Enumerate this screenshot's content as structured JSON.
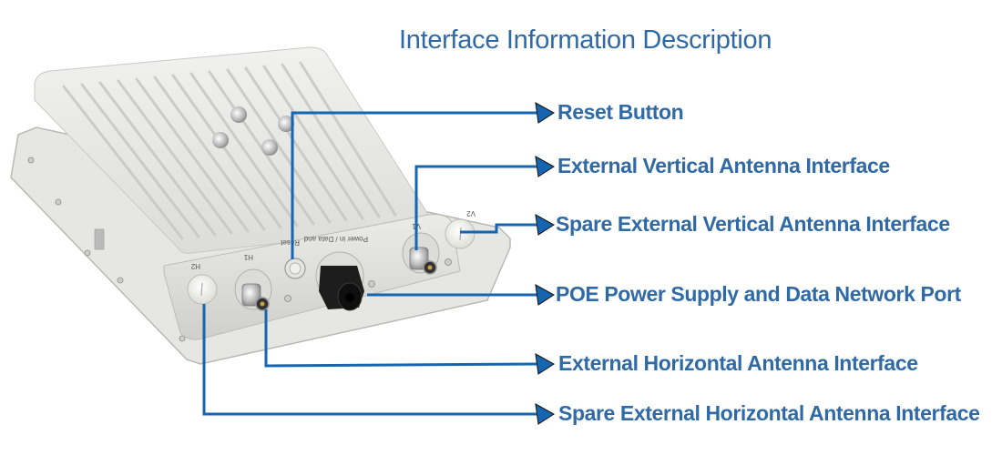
{
  "title": "Interface Information Description",
  "device": {
    "port_labels": [
      "H2",
      "H1",
      "Reset",
      "Power in / Data and",
      "V1",
      "V2"
    ]
  },
  "callouts": [
    {
      "id": "reset",
      "label": "Reset Button"
    },
    {
      "id": "v1",
      "label": "External Vertical Antenna Interface"
    },
    {
      "id": "v2",
      "label": "Spare External Vertical Antenna Interface"
    },
    {
      "id": "poe",
      "label": "POE Power Supply and Data Network Port"
    },
    {
      "id": "h1",
      "label": "External Horizontal Antenna Interface"
    },
    {
      "id": "h2",
      "label": "Spare External Horizontal Antenna Interface"
    }
  ],
  "colors": {
    "line": "#1565b0",
    "text": "#2f6aa6",
    "arrowhead": "#1565b0"
  }
}
